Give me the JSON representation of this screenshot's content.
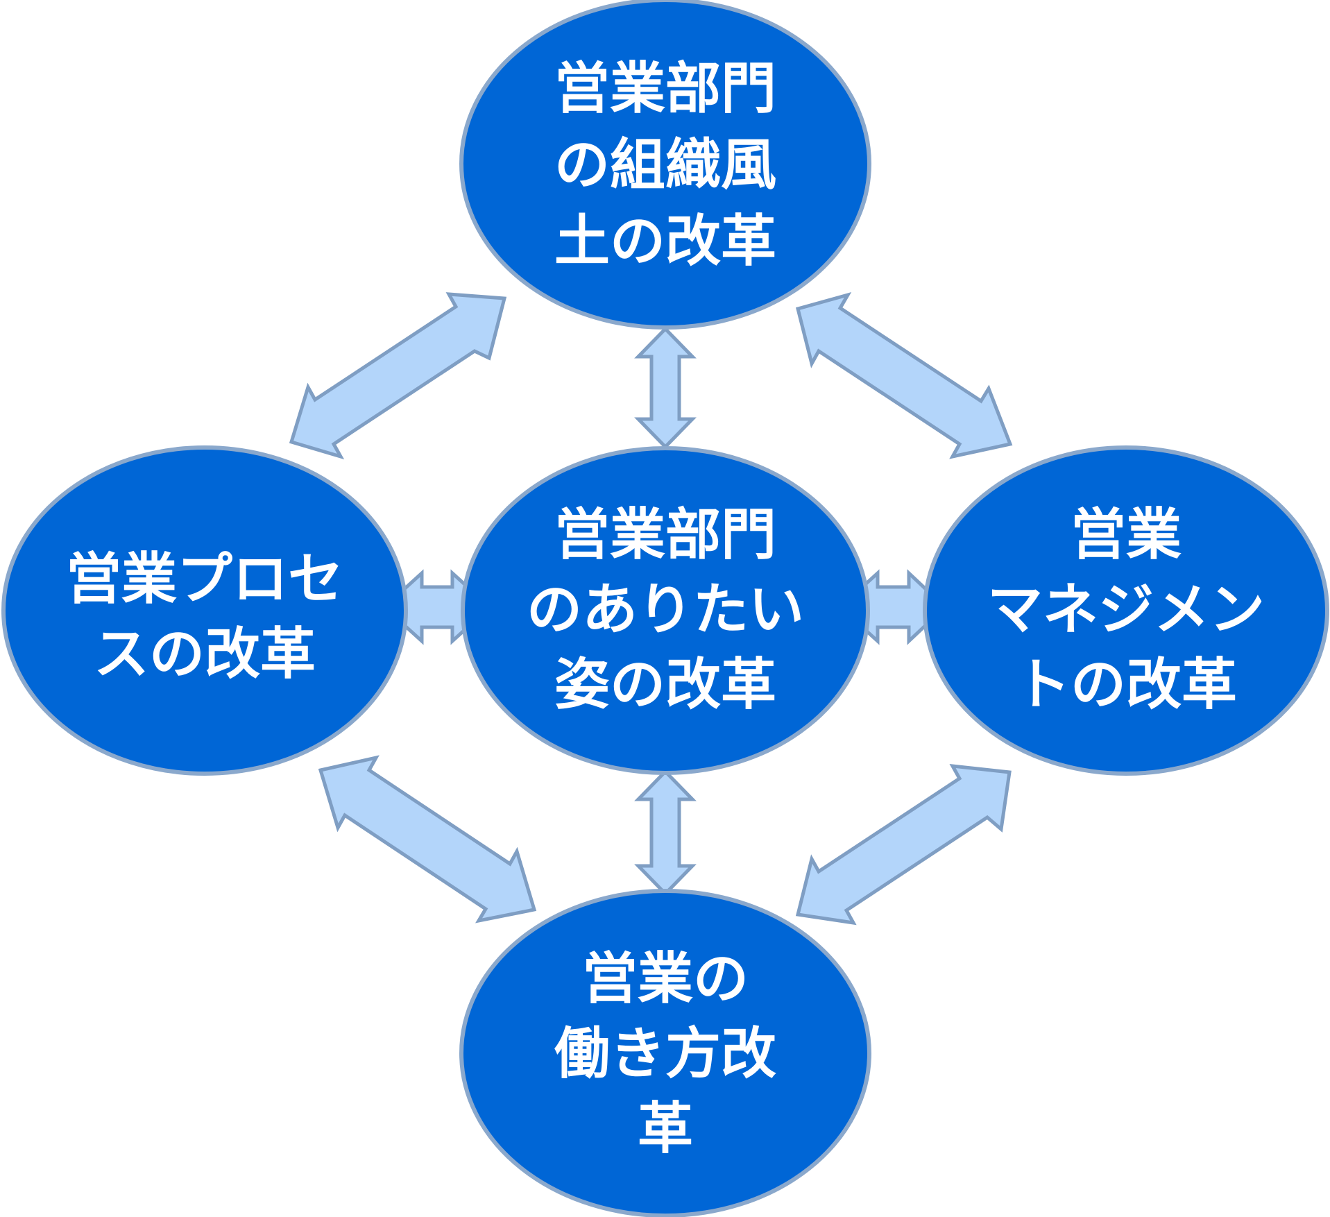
{
  "diagram": {
    "nodes": {
      "top": {
        "lines": [
          "営業部門",
          "の組織風",
          "土の改革"
        ]
      },
      "left": {
        "lines": [
          "営業プロセ",
          "スの改革"
        ]
      },
      "center": {
        "lines": [
          "営業部門",
          "のありたい",
          "姿の改革"
        ]
      },
      "right": {
        "lines": [
          "営業",
          "マネジメン",
          "トの改革"
        ]
      },
      "bottom": {
        "lines": [
          "営業の",
          "働き方改",
          "革"
        ]
      }
    }
  }
}
